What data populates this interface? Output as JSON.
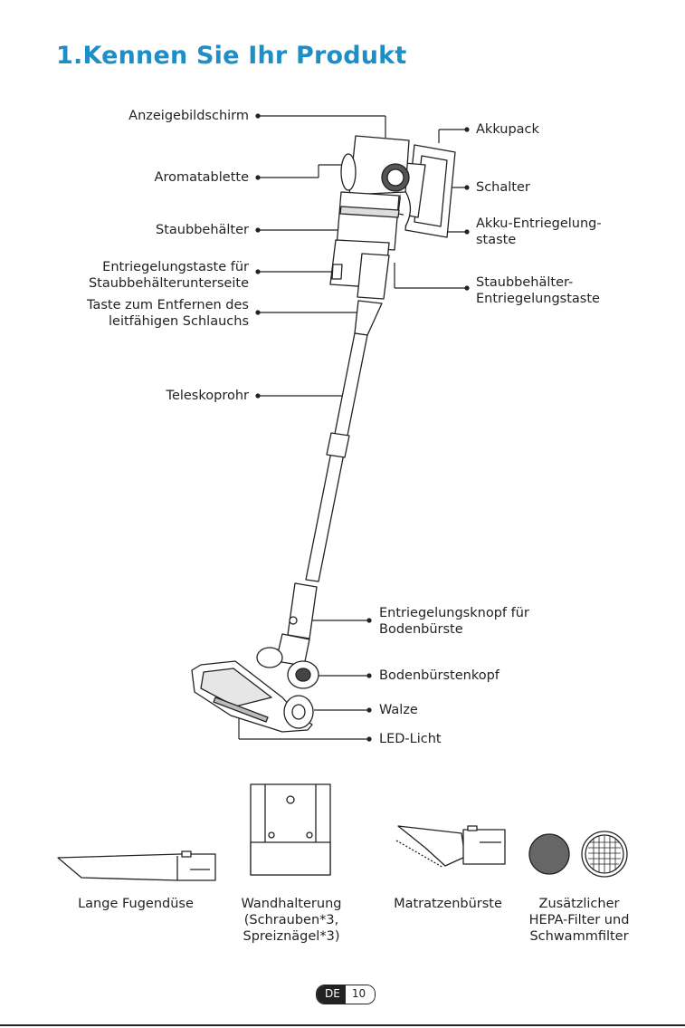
{
  "title": "1.Kennen Sie Ihr Produkt",
  "labels": {
    "display": "Anzeigebildschirm",
    "aroma": "Aromatablette",
    "dustbin": "Staubbehälter",
    "bottom_release_1": "Entriegelungstaste für",
    "bottom_release_2": "Staubbehälterunterseite",
    "hose_1": "Taste zum Entfernen des",
    "hose_2": "leitfähigen Schlauchs",
    "tube": "Teleskoprohr",
    "battery": "Akkupack",
    "switch": "Schalter",
    "battery_release_1": "Akku-Entriegelung-",
    "battery_release_2": "staste",
    "dustbin_release_1": "Staubbehälter-",
    "dustbin_release_2": "Entriegelungstaste",
    "brush_release_1": "Entriegelungsknopf für",
    "brush_release_2": "Bodenbürste",
    "floor_head": "Bodenbürstenkopf",
    "roller": "Walze",
    "led": "LED-Licht"
  },
  "accessories": {
    "crevice": "Lange Fugendüse",
    "mount_1": "Wandhalterung",
    "mount_2": "(Schrauben*3,",
    "mount_3": "Spreiznägel*3)",
    "mattress": "Matratzenbürste",
    "filter_1": "Zusätzlicher",
    "filter_2": "HEPA-Filter und",
    "filter_3": "Schwammfilter"
  },
  "footer": {
    "lang": "DE",
    "page": "10"
  }
}
